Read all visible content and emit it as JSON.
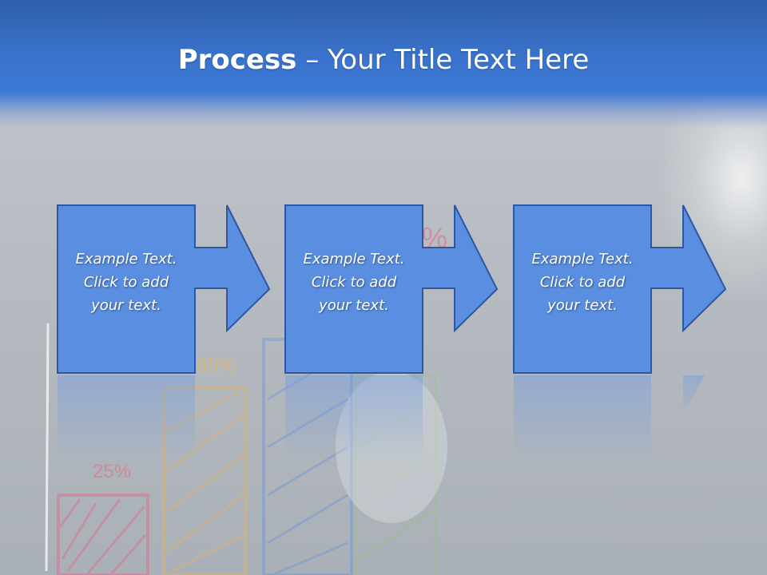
{
  "title": {
    "bold": "Process",
    "rest": " – Your Title Text Here"
  },
  "background_labels": {
    "label_25": "25%",
    "label_65": "65%",
    "label_partial": "%"
  },
  "steps": [
    {
      "text": "Example Text.\nClick  to add\nyour text."
    },
    {
      "text": "Example Text.\nClick  to add\nyour text."
    },
    {
      "text": "Example Text.\nClick  to add\nyour text."
    }
  ],
  "colors": {
    "box_fill": "#5a8ee0",
    "box_stroke": "#2d57a0",
    "title_band": "#3d79d6"
  }
}
